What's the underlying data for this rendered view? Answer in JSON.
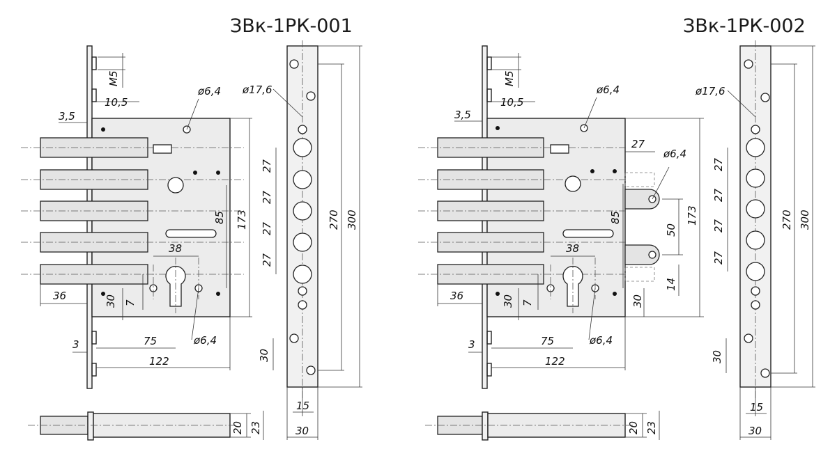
{
  "titles": {
    "left": "ЗВк-1РК-001",
    "right": "ЗВк-1РК-002"
  },
  "dims": {
    "m5": "M5",
    "d10_5": "10,5",
    "d3_5": "3,5",
    "d36": "36",
    "d3": "3",
    "d75": "75",
    "d122": "122",
    "d30": "30",
    "d7": "7",
    "d38": "38",
    "d85": "85",
    "d173": "173",
    "d27": "27",
    "d270": "270",
    "d300": "300",
    "d15": "15",
    "d20": "20",
    "d23": "23",
    "d50": "50",
    "d14": "14",
    "phi6_4": "ø6,4",
    "phi17_6": "ø17,6"
  }
}
